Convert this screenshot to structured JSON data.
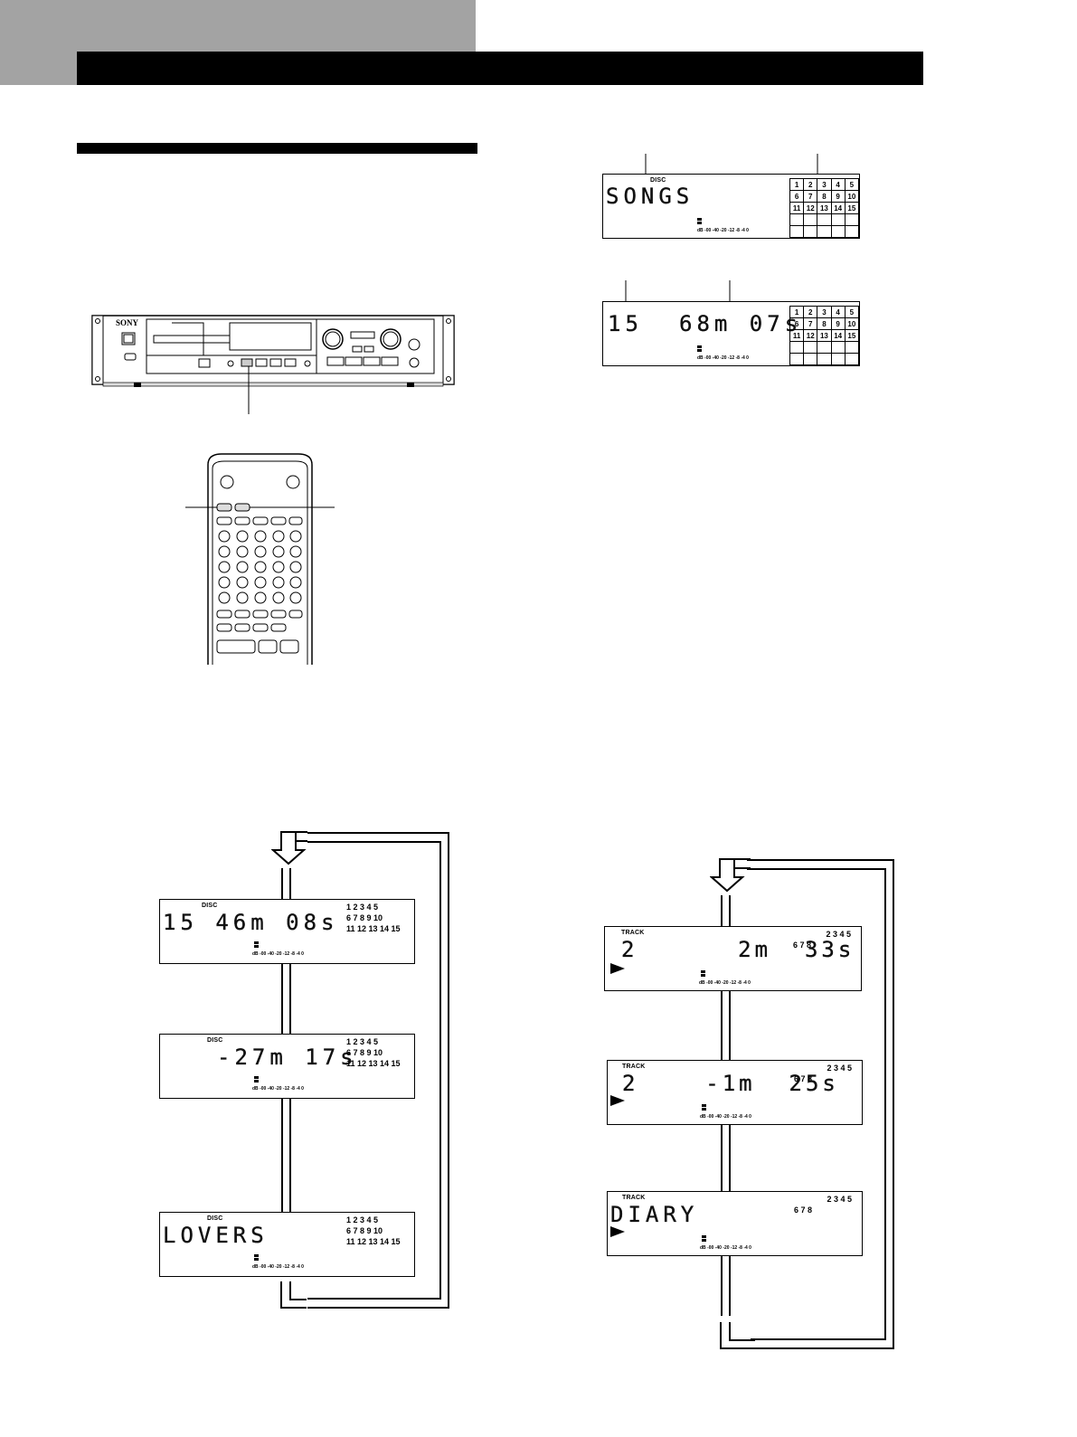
{
  "displays": {
    "songs": {
      "label": "DISC",
      "main": "SONGS",
      "meter": "dB -00 -40    -20 -12  -8   -4   0",
      "grid": [
        [
          "1",
          "2",
          "3",
          "4",
          "5"
        ],
        [
          "6",
          "7",
          "8",
          "9",
          "10"
        ],
        [
          "11",
          "12",
          "13",
          "14",
          "15"
        ],
        [
          "",
          "",
          "",
          "",
          ""
        ],
        [
          "",
          "",
          "",
          "",
          ""
        ]
      ]
    },
    "total": {
      "tracks": "15",
      "time": "68m  07s",
      "meter": "dB -00 -40    -20 -12  -8   -4   0",
      "grid": [
        [
          "1",
          "2",
          "3",
          "4",
          "5"
        ],
        [
          "6",
          "7",
          "8",
          "9",
          "10"
        ],
        [
          "11",
          "12",
          "13",
          "14",
          "15"
        ],
        [
          "",
          "",
          "",
          "",
          ""
        ],
        [
          "",
          "",
          "",
          "",
          ""
        ]
      ]
    },
    "disc_elapsed": {
      "label": "DISC",
      "main": "15  46m  08s",
      "meter": "dB -00 -40    -20 -12  -8   -4   0",
      "tracks": [
        "1 2 3 4 5",
        "6 7 8 9 10",
        "11 12 13 14 15"
      ]
    },
    "disc_remaining": {
      "label": "DISC",
      "main": "-27m  17s",
      "meter": "dB -00 -40    -20 -12  -8   -4   0",
      "tracks": [
        "1 2 3 4 5",
        "6 7 8 9 10",
        "11 12 13 14 15"
      ]
    },
    "disc_name": {
      "label": "DISC",
      "main": "LOVERS",
      "meter": "dB -00 -40    -20 -12  -8   -4   0",
      "tracks": [
        "1 2 3 4 5",
        "6 7 8 9 10",
        "11 12 13 14 15"
      ]
    },
    "track_elapsed": {
      "label": "TRACK",
      "main": "2      2m  33s",
      "meter": "dB -00 -40    -20 -12  -8   -4   0",
      "tracks": [
        "2 3 4 5",
        "6 7 8"
      ]
    },
    "track_remaining": {
      "label": "TRACK",
      "main": "2    -1m  25s",
      "meter": "dB -00 -40    -20 -12  -8   -4   0",
      "tracks": [
        "2 3 4 5",
        "6 7 8"
      ]
    },
    "track_name": {
      "label": "TRACK",
      "main": "DIARY",
      "meter": "dB -00 -40    -20 -12  -8   -4   0",
      "tracks": [
        "2 3 4 5",
        "6 7 8"
      ]
    }
  },
  "deck": {
    "brand": "SONY"
  }
}
